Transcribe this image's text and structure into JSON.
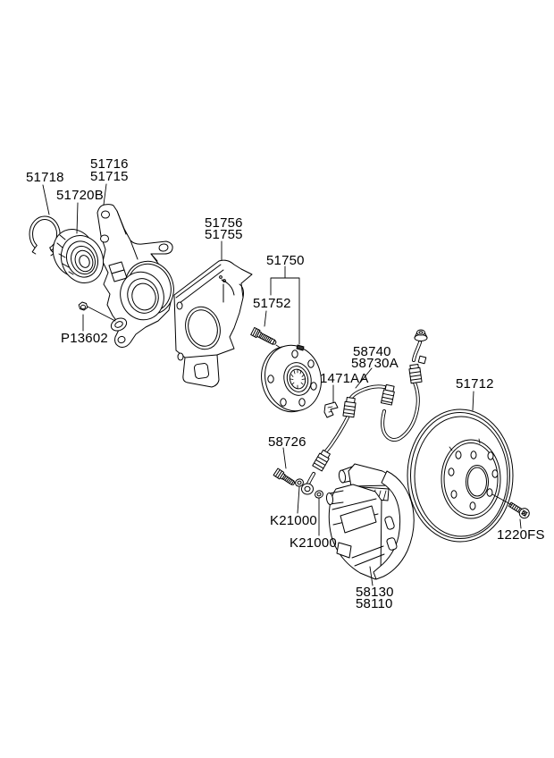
{
  "diagram": {
    "kind": "exploded-parts-diagram",
    "line_color": "#000000",
    "background": "#ffffff",
    "labels": [
      "51718",
      "51716",
      "51715",
      "51720B",
      "51756",
      "51755",
      "P13602",
      "51750",
      "51752",
      "58740",
      "58730A",
      "1471AA",
      "51712",
      "58726",
      "K21000",
      "K21000",
      "58130",
      "58110",
      "1220FS"
    ]
  }
}
